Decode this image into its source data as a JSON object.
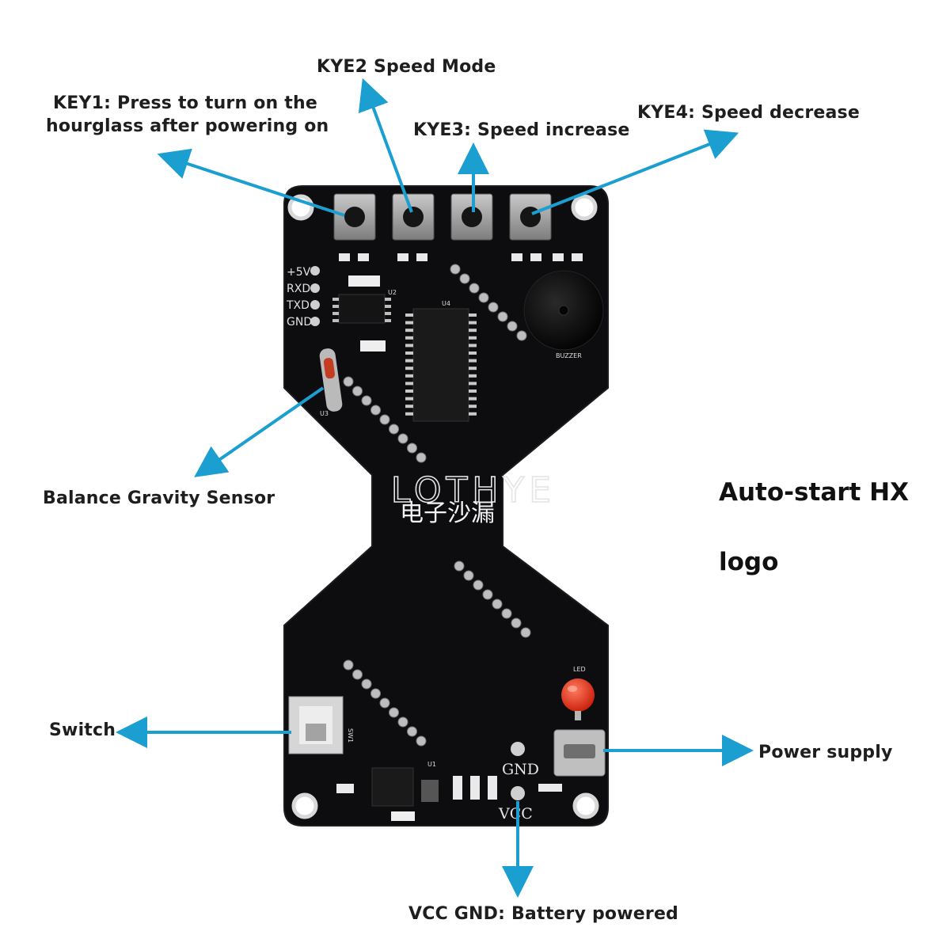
{
  "callouts": {
    "key1_line1": "KEY1: Press to turn on the",
    "key1_line2": "hourglass after powering on",
    "key2": "KYE2 Speed Mode",
    "key3": "KYE3: Speed increase",
    "key4": "KYE4: Speed decrease",
    "sensor": "Balance Gravity Sensor",
    "switch": "Switch",
    "power": "Power supply",
    "battery": "VCC GND: Battery powered"
  },
  "side_text": {
    "line1": "Auto-start HX",
    "line2": "logo"
  },
  "board": {
    "brand": "LOTHYE",
    "chinese_title": "电子沙漏",
    "pin_labels": [
      "+5V",
      "RXD",
      "TXD",
      "GND"
    ],
    "silk": {
      "u1": "U1",
      "u2": "U2",
      "u3": "U3",
      "u4": "U4",
      "buzzer": "BUZZER",
      "led": "LED",
      "sw1": "SW1",
      "gnd": "GND",
      "vcc": "VCC"
    }
  },
  "colors": {
    "arrow": "#1a9fd0",
    "pcb": "#0d0d0f",
    "text": "#1e1e1e"
  }
}
